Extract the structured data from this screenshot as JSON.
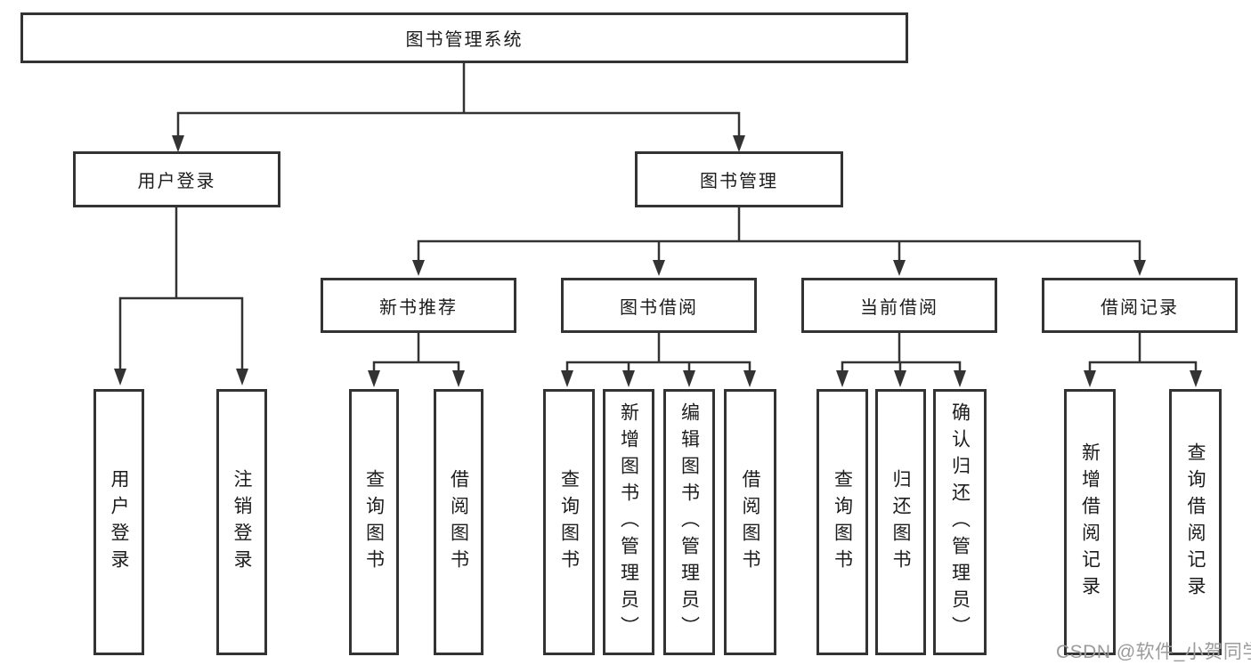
{
  "colors": {
    "line": "#333333",
    "node_text": "#1c1c1c",
    "watermark_gray": "#9b9b9b",
    "background": "#ffffff"
  },
  "tree": {
    "label": "图书管理系统",
    "children": [
      {
        "label": "用户登录",
        "children": [
          {
            "label": "用户登录"
          },
          {
            "label": "注销登录"
          }
        ]
      },
      {
        "label": "图书管理",
        "children": [
          {
            "label": "新书推荐",
            "children": [
              {
                "label": "查询图书"
              },
              {
                "label": "借阅图书"
              }
            ]
          },
          {
            "label": "图书借阅",
            "children": [
              {
                "label": "查询图书"
              },
              {
                "label": "新增图书（管理员）"
              },
              {
                "label": "编辑图书（管理员）"
              },
              {
                "label": "借阅图书"
              }
            ]
          },
          {
            "label": "当前借阅",
            "children": [
              {
                "label": "查询图书"
              },
              {
                "label": "归还图书"
              },
              {
                "label": "确认归还（管理员）"
              }
            ]
          },
          {
            "label": "借阅记录",
            "children": [
              {
                "label": "新增借阅记录"
              },
              {
                "label": "查询借阅记录"
              }
            ]
          }
        ]
      }
    ]
  },
  "watermark": {
    "text": "CSDN @软件_小贺同学"
  }
}
